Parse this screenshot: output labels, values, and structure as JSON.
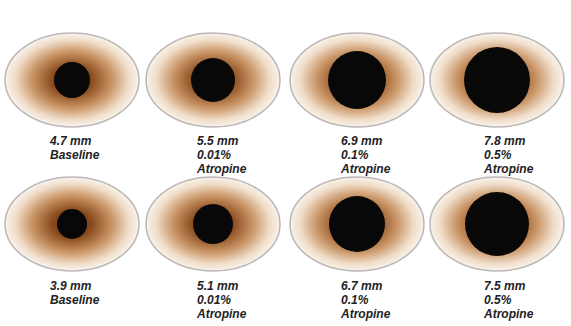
{
  "diagram": {
    "labels": [
      "4.7 mm",
      "Baseline",
      "5.5 mm",
      "0.01%",
      "Atropine",
      "6.9 mm",
      "0.1%",
      "Atropine",
      "7.8 mm",
      "0.5%",
      "Atropine",
      "3.9 mm",
      "Baseline",
      "5.1 mm",
      "0.01%",
      "Atropine",
      "6.7 mm",
      "0.1%",
      "Atropine",
      "7.5 mm",
      "0.5%",
      "Atropine"
    ]
  }
}
